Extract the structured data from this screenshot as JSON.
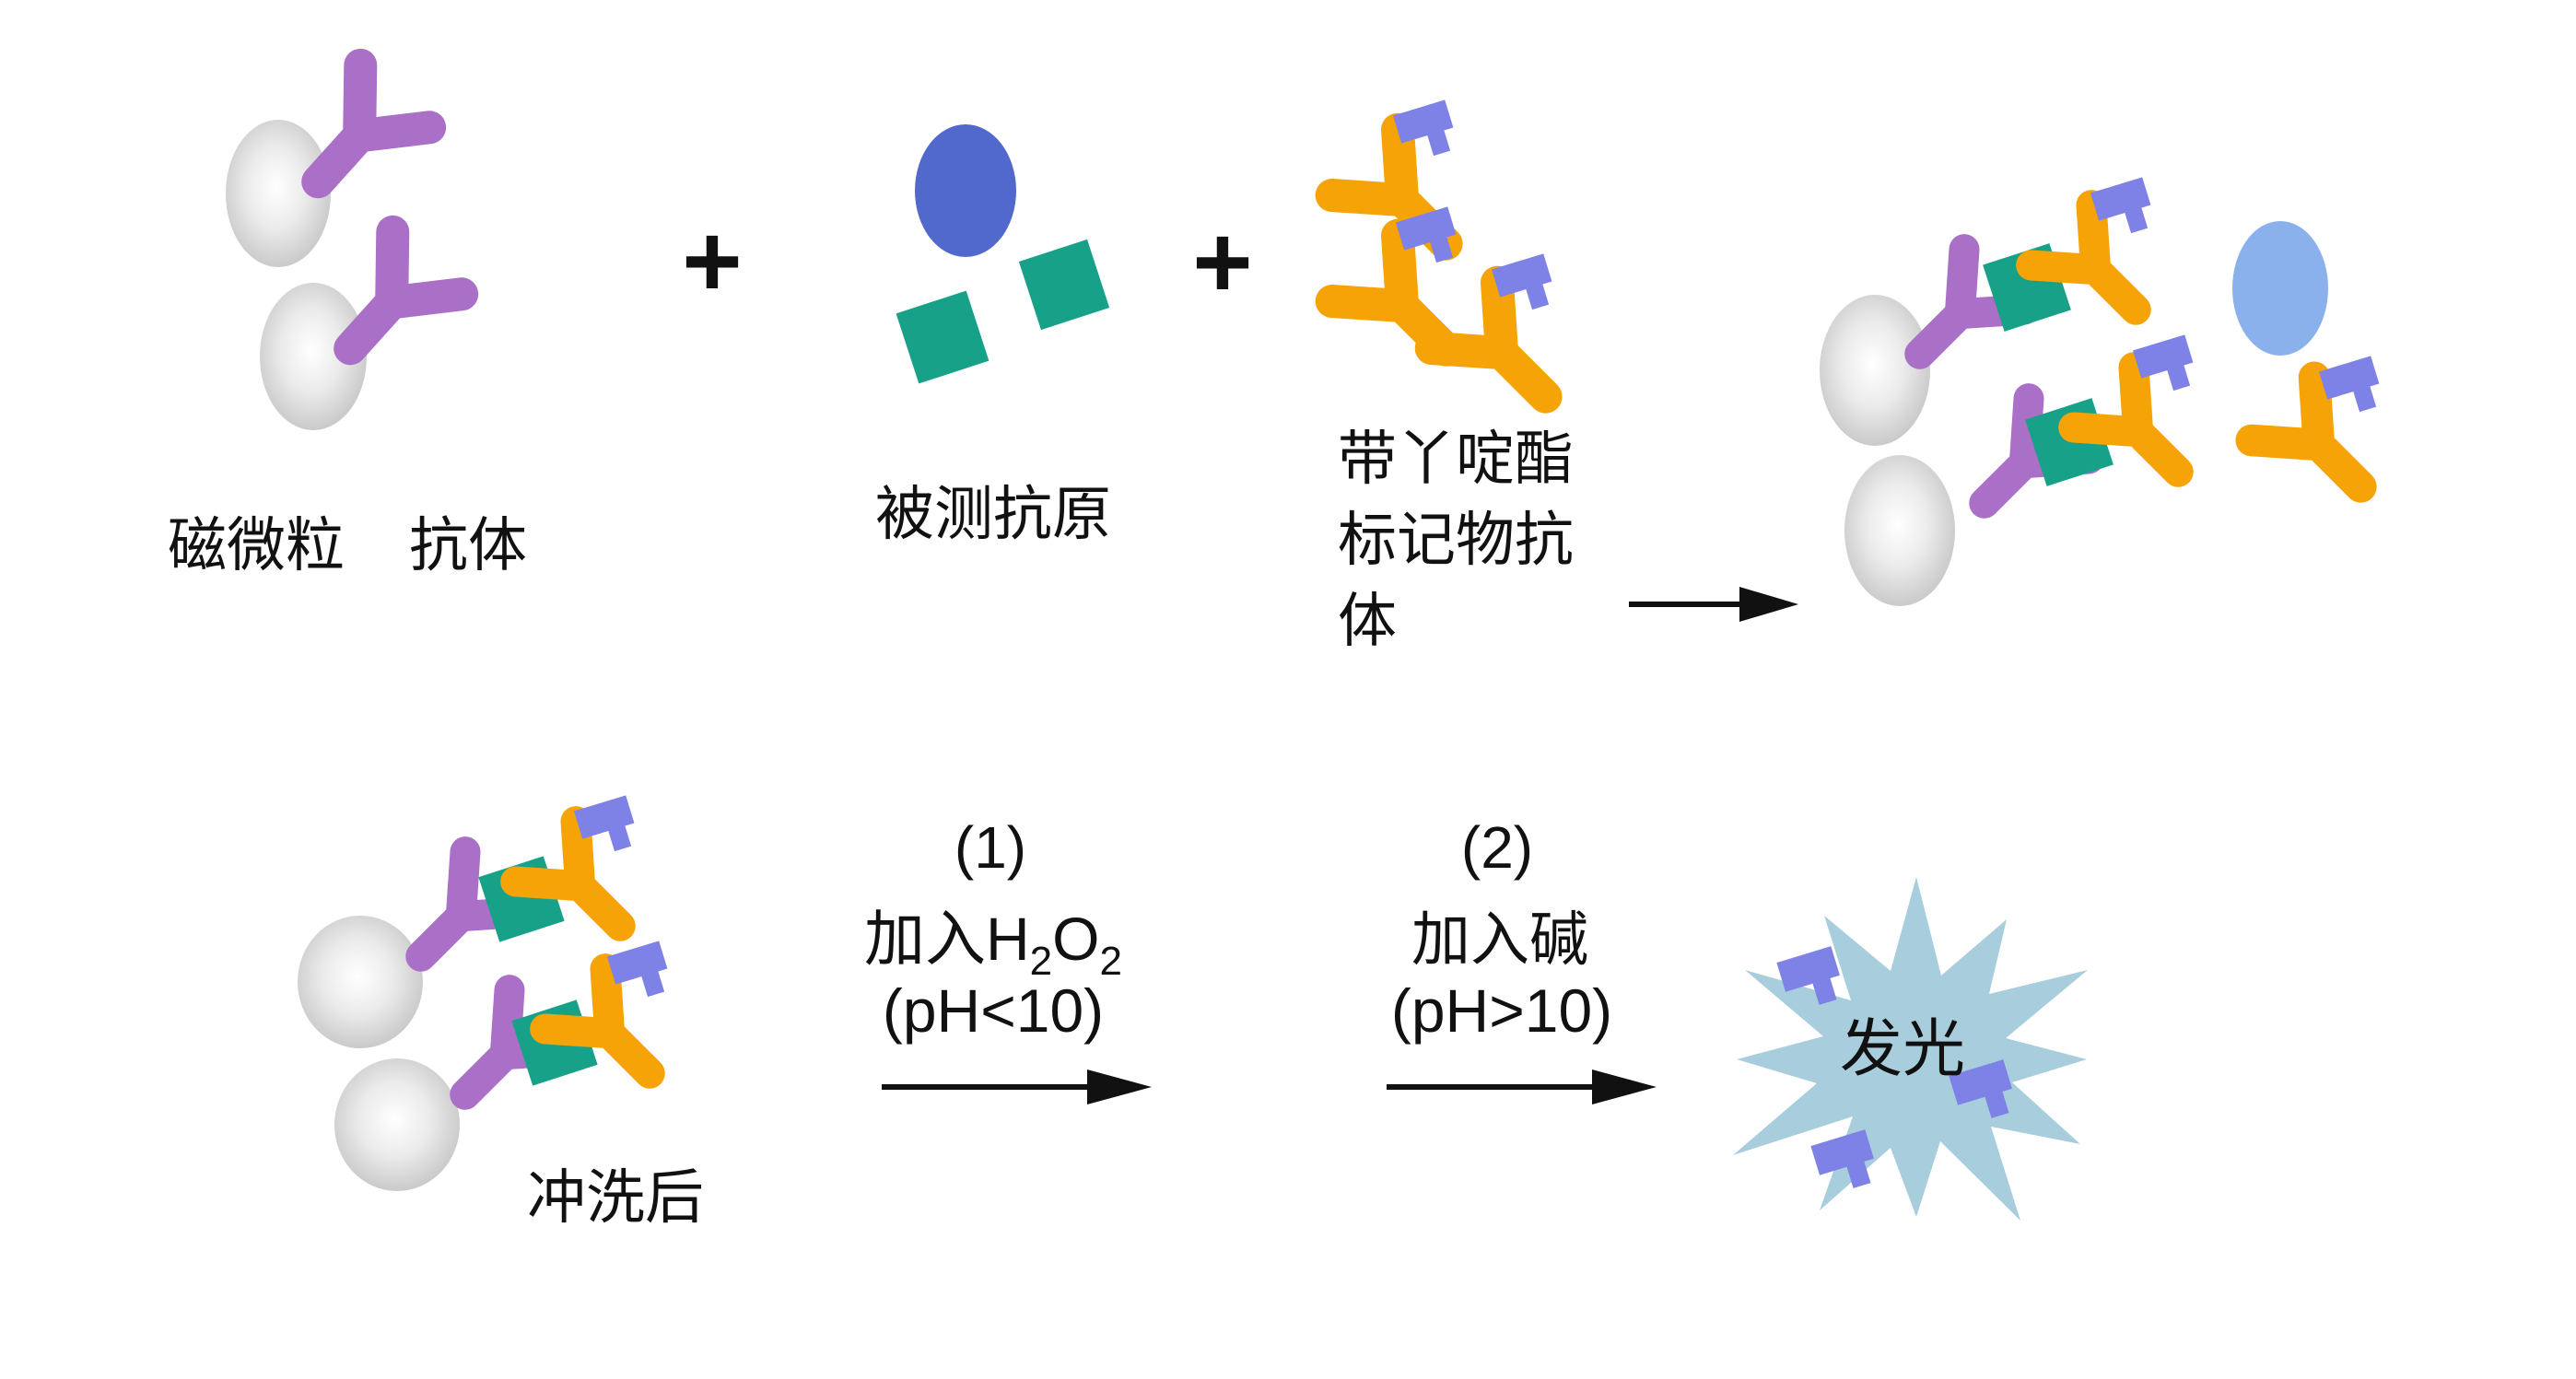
{
  "diagram": {
    "top_row": {
      "plus_operator": "+",
      "magnetic_particle_label": "磁微粒",
      "capture_antibody_label": "抗体",
      "antigen_label": "被测抗原",
      "tracer_label_lines": [
        "带丫啶酯",
        "标记物抗",
        "体"
      ]
    },
    "bottom_row": {
      "wash_label": "冲洗后",
      "step1": {
        "number": "(1)",
        "reagent_prefix": "加入H",
        "sub_a": "2",
        "oxygen": "O",
        "sub_b": "2",
        "condition": "(pH<10)"
      },
      "step2": {
        "number": "(2)",
        "reagent": "加入碱",
        "condition": "(pH>10)"
      },
      "luminescence_label": "发光"
    },
    "colors": {
      "particle_gray_center": "#ffffff",
      "particle_gray_edge": "#c2c2c2",
      "capture_antibody_purple": "#aa6fc6",
      "antigen_blue": "#5169cd",
      "antigen_fragment_green": "#17a188",
      "tracer_antibody_orange": "#f5a306",
      "acridinium_label_violet": "#7e81e6",
      "free_antigen_light_blue": "#8bb1ec",
      "luminescence_burst_blue": "#a8cddd",
      "arrow_black": "#111111"
    }
  }
}
